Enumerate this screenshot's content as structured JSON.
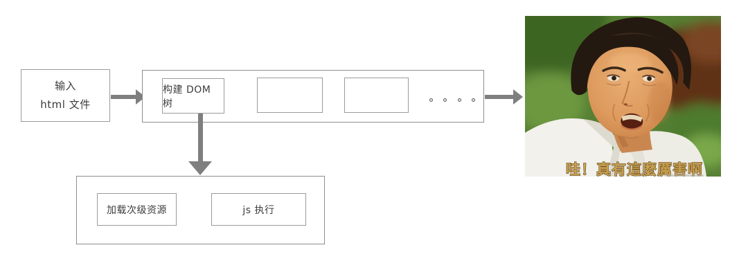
{
  "diagram_title": "html parsing flow",
  "colors": {
    "background": "#ffffff",
    "box_border": "#9a9a9a",
    "container_border": "#8d8d8d",
    "arrow": "#7f7f7f",
    "text": "#3c3c3c",
    "caption_gold": "#c9a050",
    "caption_outline": "#4a3412"
  },
  "flow": {
    "input_node": {
      "line1": "输入",
      "line2": "html 文件"
    },
    "pipeline": {
      "stages": [
        {
          "label": "构建 DOM 树"
        },
        {
          "label": ""
        },
        {
          "label": ""
        }
      ],
      "ellipsis_dots": 4
    },
    "sub_process": {
      "stages": [
        {
          "label": "加载次级资源"
        },
        {
          "label": "js 执行"
        }
      ]
    }
  },
  "meme": {
    "caption": "哇！真有這麼厲害啊",
    "description": "surprised man in white shirt, green background"
  }
}
